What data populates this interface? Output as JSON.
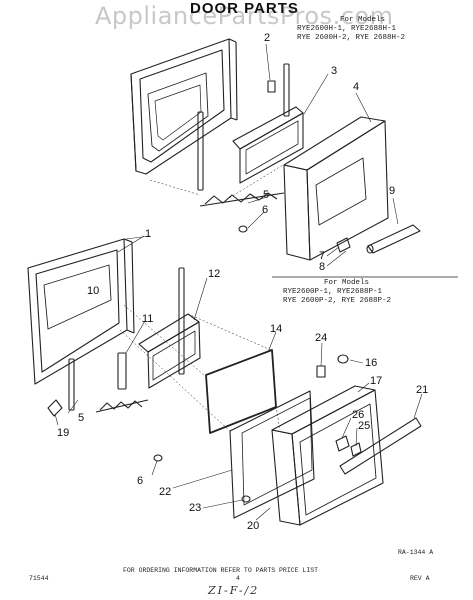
{
  "watermark": "AppliancePartsPros.com",
  "title": "DOOR PARTS",
  "model_block_1": {
    "heading": "For Models",
    "line1": "RYE2600H-1, RYE2688H-1",
    "line2": "RYE 2600H-2, RYE 2688H-2"
  },
  "model_block_2": {
    "heading": "For Models",
    "line1": "RYE2600P-1, RYE2688P-1",
    "line2": "RYE 2600P-2, RYE 2688P-2"
  },
  "callouts_upper": [
    "2",
    "3",
    "4",
    "5",
    "6",
    "7",
    "8",
    "9"
  ],
  "callouts_lower": [
    "1",
    "10",
    "12",
    "11",
    "14",
    "24",
    "16",
    "17",
    "21",
    "26",
    "25",
    "19",
    "5",
    "6",
    "22",
    "23",
    "20",
    "1"
  ],
  "footer": {
    "left_code": "71544",
    "instruction": "FOR ORDERING INFORMATION REFER TO PARTS PRICE LIST",
    "page_number": "4",
    "rev": "REV A",
    "drawing_ref": "RA-1344  A",
    "handwritten": "ZI-F-/2"
  }
}
